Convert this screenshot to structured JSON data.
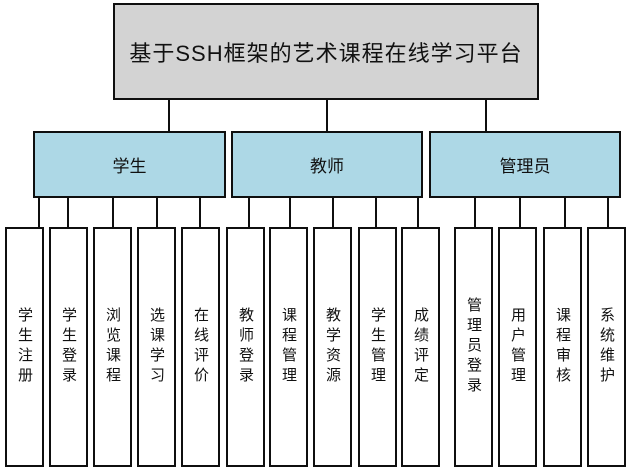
{
  "diagram": {
    "title": "基于SSH框架的艺术课程在线学习平台",
    "groups": [
      {
        "label": "学生",
        "children": [
          "学生注册",
          "学生登录",
          "浏览课程",
          "选课学习",
          "在线评价"
        ]
      },
      {
        "label": "教师",
        "children": [
          "教师登录",
          "课程管理",
          "教学资源",
          "学生管理",
          "成绩评定"
        ]
      },
      {
        "label": "管理员",
        "children": [
          "管理员登录",
          "用户管理",
          "课程审核",
          "系统维护"
        ]
      }
    ],
    "colors": {
      "title_fill": "#d3d3d3",
      "group_fill": "#add8e6",
      "border": "#0f0f0f",
      "background": "#ffffff"
    }
  }
}
